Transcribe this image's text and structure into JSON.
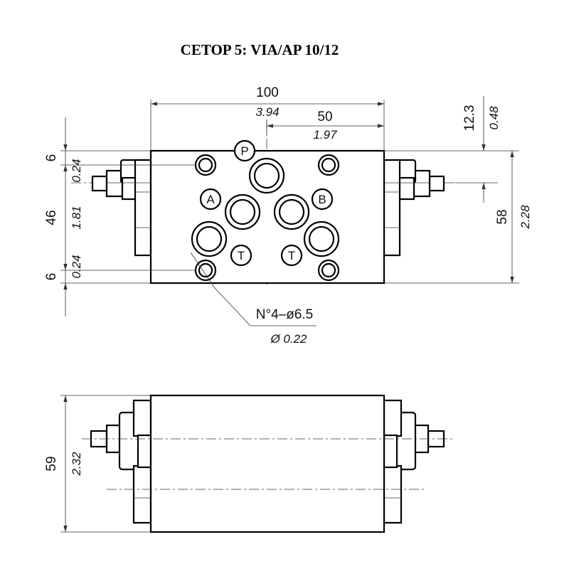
{
  "title": "CETOP 5: VIA/AP 10/12",
  "ports": {
    "p": "P",
    "a": "A",
    "b": "B",
    "t_left": "T",
    "t_right": "T"
  },
  "dimensions": {
    "width_mm": "100",
    "width_in": "3.94",
    "half_width_mm": "50",
    "half_width_in": "1.97",
    "offset_mm": "12.3",
    "offset_in": "0.48",
    "height_mm": "58",
    "height_in": "2.28",
    "top_margin_mm": "6",
    "top_margin_in": "0.24",
    "hole_spacing_mm": "46",
    "hole_spacing_in": "1.81",
    "bottom_margin_mm": "6",
    "bottom_margin_in": "0.24",
    "holes_mm": "N°4–ø6.5",
    "holes_in": "Ø 0.22",
    "depth_mm": "59",
    "depth_in": "2.32"
  }
}
